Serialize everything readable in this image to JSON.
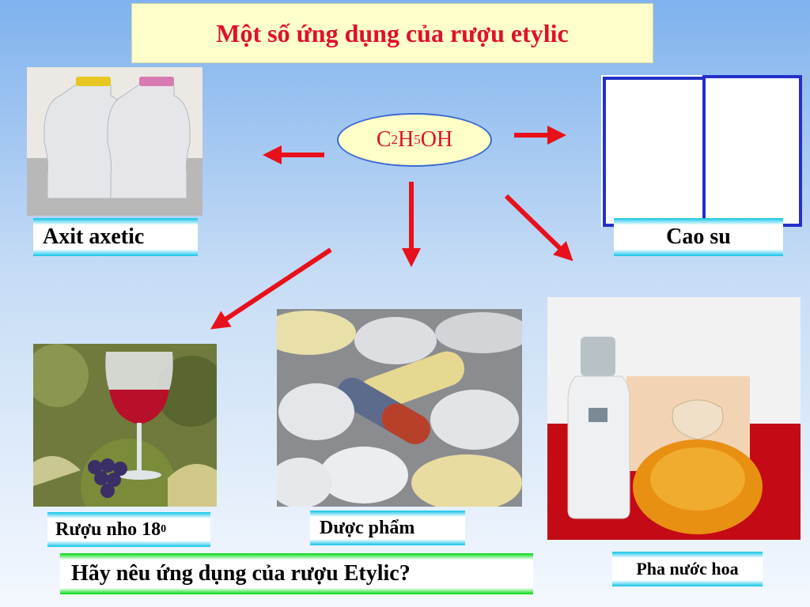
{
  "title": "Một số ứng dụng của rượu etylic",
  "formula": {
    "c": "C",
    "c_sub": "2",
    "h": "H",
    "h_sub": "5",
    "oh": "OH"
  },
  "labels": {
    "acetic": "Axit axetic",
    "rubber": "Cao su",
    "wine": "Rượu nho 18",
    "wine_sup": "0",
    "pharma": "Dược phẩm",
    "perfume": "Pha nước hoa"
  },
  "question": "Hãy nêu ứng dụng của rượu Etylic?",
  "colors": {
    "title_text": "#e0102a",
    "arrow": "#e8101a",
    "label_edge": "#0fc4e8",
    "question_edge": "#00d814"
  }
}
